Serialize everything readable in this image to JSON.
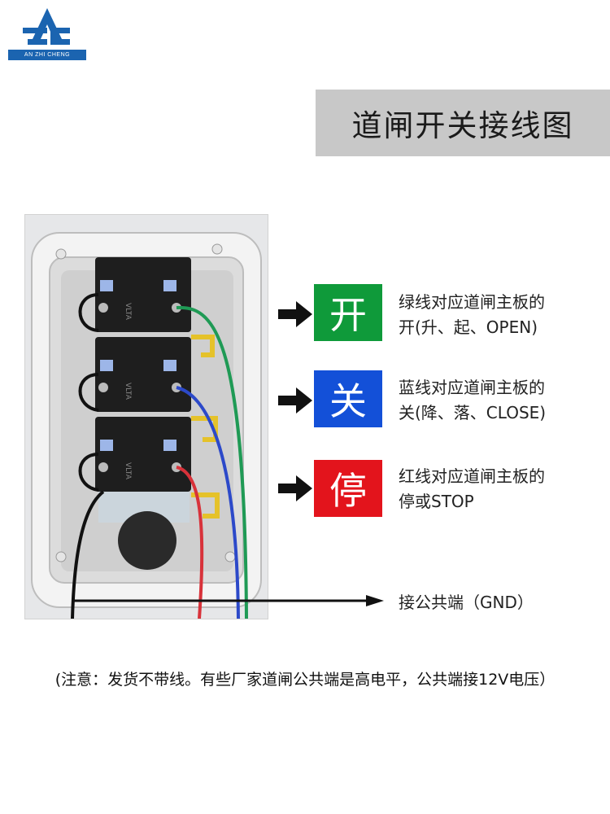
{
  "logo": {
    "text": "AN ZHI CHENG",
    "brand_color": "#1b64b0"
  },
  "title": "道闸开关接线图",
  "functions": [
    {
      "symbol": "开",
      "color": "#0f9a3a",
      "line1": "绿线对应道闸主板的",
      "line2": "开(升、起、OPEN)"
    },
    {
      "symbol": "关",
      "color": "#1350d8",
      "line1": "蓝线对应道闸主板的",
      "line2": "关(降、落、CLOSE)"
    },
    {
      "symbol": "停",
      "color": "#e3141c",
      "line1": "红线对应道闸主板的",
      "line2": "停或STOP"
    }
  ],
  "gnd_label": "接公共端（GND）",
  "note": "(注意：发货不带线。有些厂家道闸公共端是高电平，公共端接12V电压）",
  "wire_colors": {
    "green": "#1f9a55",
    "blue": "#2c49c9",
    "red": "#d8323a",
    "black": "#111111",
    "yellow": "#e5c22a"
  }
}
